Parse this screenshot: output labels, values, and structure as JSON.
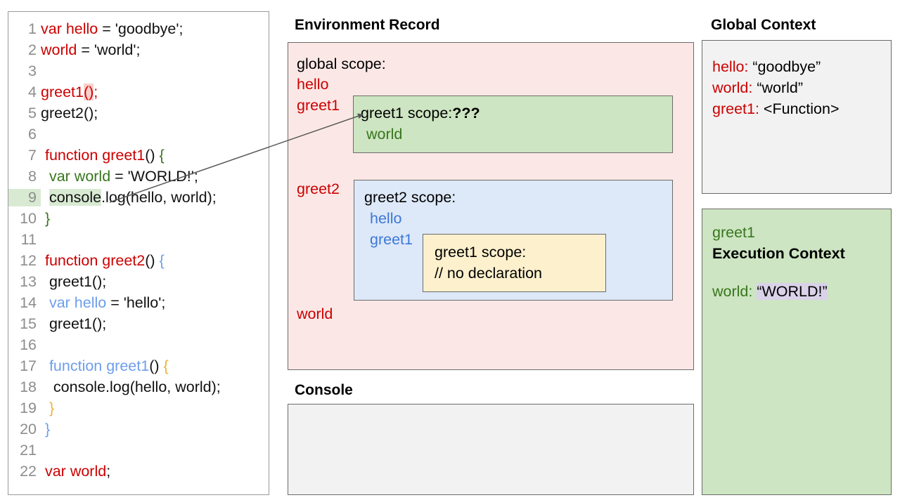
{
  "code_panel": {
    "name": "source-code",
    "lines": [
      {
        "n": "1",
        "hl": false,
        "segs": [
          {
            "t": "var hello",
            "c": "red"
          },
          {
            "t": " = 'goodbye';",
            "c": "black"
          }
        ]
      },
      {
        "n": "2",
        "hl": false,
        "segs": [
          {
            "t": "world",
            "c": "red"
          },
          {
            "t": " = 'world';",
            "c": "black"
          }
        ]
      },
      {
        "n": "3",
        "hl": false,
        "segs": []
      },
      {
        "n": "4",
        "hl": false,
        "segs": [
          {
            "t": "greet1",
            "c": "red"
          },
          {
            "t": "()",
            "c": "red",
            "bg": "pink"
          },
          {
            "t": ";",
            "c": "red"
          }
        ]
      },
      {
        "n": "5",
        "hl": false,
        "segs": [
          {
            "t": "greet2();",
            "c": "black"
          }
        ]
      },
      {
        "n": "6",
        "hl": false,
        "segs": []
      },
      {
        "n": "7",
        "hl": false,
        "segs": [
          {
            "t": " function greet1",
            "c": "red"
          },
          {
            "t": "() ",
            "c": "black"
          },
          {
            "t": "{",
            "c": "dgreen"
          }
        ]
      },
      {
        "n": "8",
        "hl": false,
        "segs": [
          {
            "t": "  ",
            "c": "black"
          },
          {
            "t": "var world",
            "c": "dgreen"
          },
          {
            "t": " = 'WORLD!';",
            "c": "black"
          }
        ]
      },
      {
        "n": "9",
        "hl": true,
        "segs": [
          {
            "t": "  ",
            "c": "black"
          },
          {
            "t": "console",
            "c": "black",
            "bg": "green"
          },
          {
            "t": ".log(hello, world);",
            "c": "black"
          }
        ]
      },
      {
        "n": "10",
        "hl": false,
        "segs": [
          {
            "t": " ",
            "c": "black"
          },
          {
            "t": "}",
            "c": "dgreen"
          }
        ]
      },
      {
        "n": "11",
        "hl": false,
        "segs": []
      },
      {
        "n": "12",
        "hl": false,
        "segs": [
          {
            "t": " function greet2",
            "c": "red"
          },
          {
            "t": "() ",
            "c": "black"
          },
          {
            "t": "{",
            "c": "blue"
          }
        ]
      },
      {
        "n": "13",
        "hl": false,
        "segs": [
          {
            "t": "  greet1();",
            "c": "black"
          }
        ]
      },
      {
        "n": "14",
        "hl": false,
        "segs": [
          {
            "t": "  ",
            "c": "black"
          },
          {
            "t": "var hello",
            "c": "blue"
          },
          {
            "t": " = 'hello';",
            "c": "black"
          }
        ]
      },
      {
        "n": "15",
        "hl": false,
        "segs": [
          {
            "t": "  greet1();",
            "c": "black"
          }
        ]
      },
      {
        "n": "16",
        "hl": false,
        "segs": []
      },
      {
        "n": "17",
        "hl": false,
        "segs": [
          {
            "t": "  ",
            "c": "black"
          },
          {
            "t": "function greet1",
            "c": "blue"
          },
          {
            "t": "() ",
            "c": "black"
          },
          {
            "t": "{",
            "c": "orange"
          }
        ]
      },
      {
        "n": "18",
        "hl": false,
        "segs": [
          {
            "t": "   console.log(hello, world);",
            "c": "black"
          }
        ]
      },
      {
        "n": "19",
        "hl": false,
        "segs": [
          {
            "t": "  ",
            "c": "black"
          },
          {
            "t": "}",
            "c": "orange"
          }
        ]
      },
      {
        "n": "20",
        "hl": false,
        "segs": [
          {
            "t": " ",
            "c": "black"
          },
          {
            "t": "}",
            "c": "blue"
          }
        ]
      },
      {
        "n": "21",
        "hl": false,
        "segs": []
      },
      {
        "n": "22",
        "hl": false,
        "segs": [
          {
            "t": " var world",
            "c": "red"
          },
          {
            "t": ";",
            "c": "black"
          }
        ]
      }
    ]
  },
  "environment_record": {
    "title": "Environment Record",
    "global_scope_label": "global scope:",
    "global_bindings": [
      {
        "name": "hello",
        "color": "#cc0000"
      },
      {
        "name": "greet1",
        "color": "#cc0000"
      },
      {
        "name": "greet2",
        "color": "#cc0000"
      },
      {
        "name": "world",
        "color": "#cc0000"
      }
    ],
    "greet1_scope": {
      "header": "greet1 scope:",
      "header_suffix": "???",
      "bindings": [
        "world"
      ]
    },
    "greet2_scope": {
      "header": "greet2 scope:",
      "bindings": [
        "hello",
        "greet1"
      ]
    },
    "inner_greet1_scope": {
      "header": "greet1 scope:",
      "note": "// no declaration"
    }
  },
  "console": {
    "title": "Console",
    "output": ""
  },
  "global_context": {
    "title": "Global Context",
    "entries": [
      {
        "key": "hello:",
        "value": "“goodbye”"
      },
      {
        "key": "world:",
        "value": "“world”"
      },
      {
        "key": "greet1:",
        "value": "<Function>"
      }
    ]
  },
  "execution_context": {
    "scope_name": "greet1",
    "title": "Execution Context",
    "entries": [
      {
        "key": "world:",
        "value": "“WORLD!”",
        "highlight": "#d9d2e9"
      }
    ]
  },
  "arrow": {
    "from": "console.log line 9",
    "to": "greet1 scope box"
  },
  "colors": {
    "red": "#cc0000",
    "dark_green": "#38761d",
    "blue": "#3c78d8",
    "light_blue": "#6d9eeb",
    "orange": "#e8b53c",
    "pink_panel": "#fbe8e6",
    "green_panel": "#cde5c2",
    "blue_panel": "#dde8f8",
    "yellow_panel": "#fdf0cd",
    "grey_panel": "#f2f2f2",
    "highlight_green": "#d9ead3",
    "highlight_pink": "#f9cfcb",
    "highlight_purple": "#d9d2e9"
  }
}
